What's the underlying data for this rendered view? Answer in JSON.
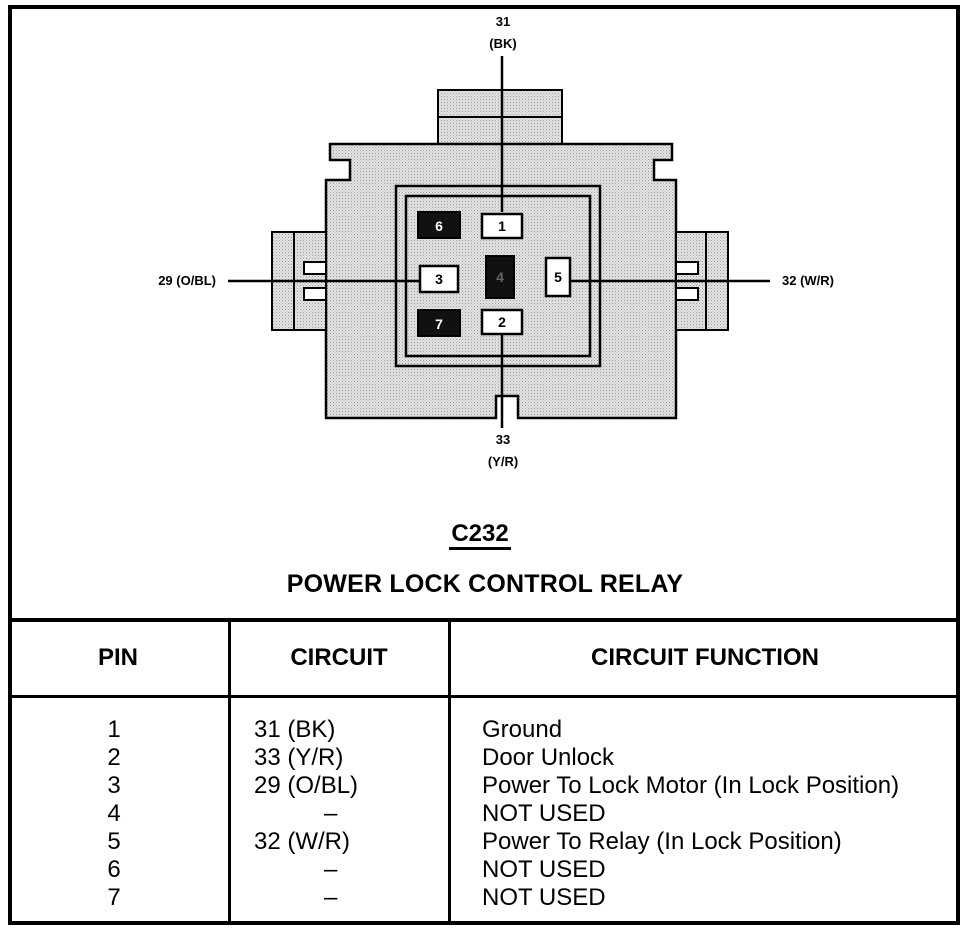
{
  "connector": {
    "id": "C232",
    "name": "POWER LOCK CONTROL RELAY"
  },
  "wires": {
    "top": {
      "circuit": "31",
      "color": "(BK)"
    },
    "bottom": {
      "circuit": "33",
      "color": "(Y/R)"
    },
    "left": {
      "label": "29 (O/BL)"
    },
    "right": {
      "label": "32 (W/R)"
    }
  },
  "pins": {
    "p1": "1",
    "p2": "2",
    "p3": "3",
    "p4": "4",
    "p5": "5",
    "p6": "6",
    "p7": "7"
  },
  "table": {
    "headers": {
      "pin": "PIN",
      "circuit": "CIRCUIT",
      "function": "CIRCUIT FUNCTION"
    },
    "rows": [
      {
        "pin": "1",
        "circuit": "31 (BK)",
        "function": "Ground"
      },
      {
        "pin": "2",
        "circuit": "33 (Y/R)",
        "function": "Door Unlock"
      },
      {
        "pin": "3",
        "circuit": "29 (O/BL)",
        "function": "Power To Lock Motor (In Lock Position)"
      },
      {
        "pin": "4",
        "circuit": "–",
        "function": "NOT USED"
      },
      {
        "pin": "5",
        "circuit": "32 (W/R)",
        "function": "Power To Relay (In Lock Position)"
      },
      {
        "pin": "6",
        "circuit": "–",
        "function": "NOT USED"
      },
      {
        "pin": "7",
        "circuit": "–",
        "function": "NOT USED"
      }
    ]
  }
}
